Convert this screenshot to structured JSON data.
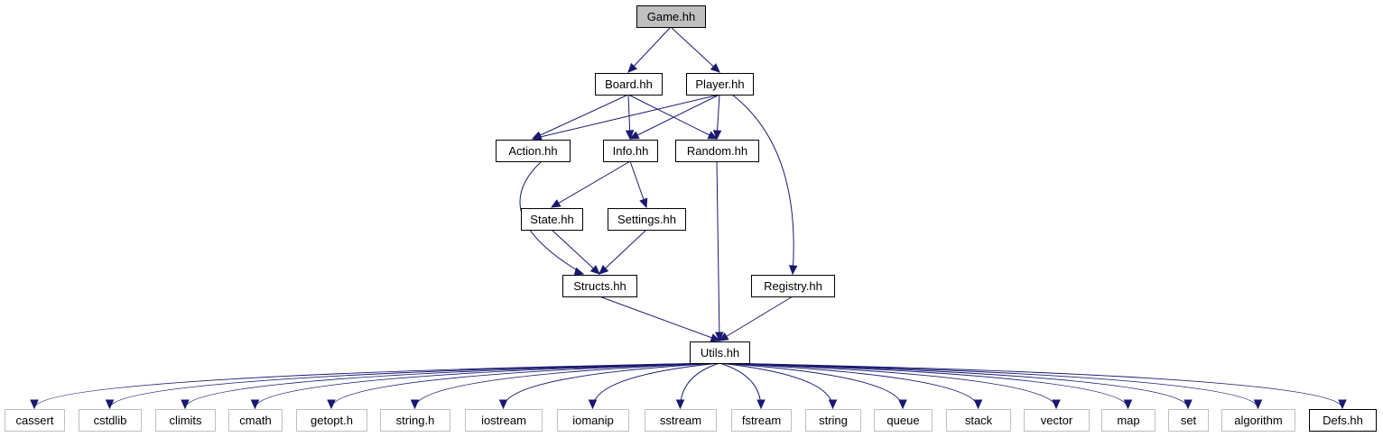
{
  "nodes": [
    {
      "id": "game",
      "label": "Game.hh",
      "kind": "root"
    },
    {
      "id": "board",
      "label": "Board.hh",
      "kind": "local"
    },
    {
      "id": "player",
      "label": "Player.hh",
      "kind": "local"
    },
    {
      "id": "action",
      "label": "Action.hh",
      "kind": "local"
    },
    {
      "id": "info",
      "label": "Info.hh",
      "kind": "local"
    },
    {
      "id": "random",
      "label": "Random.hh",
      "kind": "local"
    },
    {
      "id": "state",
      "label": "State.hh",
      "kind": "local"
    },
    {
      "id": "settings",
      "label": "Settings.hh",
      "kind": "local"
    },
    {
      "id": "structs",
      "label": "Structs.hh",
      "kind": "local"
    },
    {
      "id": "registry",
      "label": "Registry.hh",
      "kind": "local"
    },
    {
      "id": "utils",
      "label": "Utils.hh",
      "kind": "local"
    },
    {
      "id": "cassert",
      "label": "cassert",
      "kind": "system"
    },
    {
      "id": "cstdlib",
      "label": "cstdlib",
      "kind": "system"
    },
    {
      "id": "climits",
      "label": "climits",
      "kind": "system"
    },
    {
      "id": "cmath",
      "label": "cmath",
      "kind": "system"
    },
    {
      "id": "getopt",
      "label": "getopt.h",
      "kind": "system"
    },
    {
      "id": "stringh",
      "label": "string.h",
      "kind": "system"
    },
    {
      "id": "iostream",
      "label": "iostream",
      "kind": "system"
    },
    {
      "id": "iomanip",
      "label": "iomanip",
      "kind": "system"
    },
    {
      "id": "sstream",
      "label": "sstream",
      "kind": "system"
    },
    {
      "id": "fstream",
      "label": "fstream",
      "kind": "system"
    },
    {
      "id": "string",
      "label": "string",
      "kind": "system"
    },
    {
      "id": "queue",
      "label": "queue",
      "kind": "system"
    },
    {
      "id": "stack",
      "label": "stack",
      "kind": "system"
    },
    {
      "id": "vector",
      "label": "vector",
      "kind": "system"
    },
    {
      "id": "map",
      "label": "map",
      "kind": "system"
    },
    {
      "id": "set",
      "label": "set",
      "kind": "system"
    },
    {
      "id": "algorithm",
      "label": "algorithm",
      "kind": "system"
    },
    {
      "id": "defs",
      "label": "Defs.hh",
      "kind": "local"
    }
  ],
  "edges": [
    [
      "game",
      "board"
    ],
    [
      "game",
      "player"
    ],
    [
      "board",
      "action"
    ],
    [
      "board",
      "info"
    ],
    [
      "board",
      "random"
    ],
    [
      "player",
      "action"
    ],
    [
      "player",
      "info"
    ],
    [
      "player",
      "random"
    ],
    [
      "player",
      "registry"
    ],
    [
      "action",
      "structs"
    ],
    [
      "info",
      "state"
    ],
    [
      "info",
      "settings"
    ],
    [
      "state",
      "structs"
    ],
    [
      "settings",
      "structs"
    ],
    [
      "random",
      "utils"
    ],
    [
      "structs",
      "utils"
    ],
    [
      "registry",
      "utils"
    ],
    [
      "utils",
      "cassert"
    ],
    [
      "utils",
      "cstdlib"
    ],
    [
      "utils",
      "climits"
    ],
    [
      "utils",
      "cmath"
    ],
    [
      "utils",
      "getopt"
    ],
    [
      "utils",
      "stringh"
    ],
    [
      "utils",
      "iostream"
    ],
    [
      "utils",
      "iomanip"
    ],
    [
      "utils",
      "sstream"
    ],
    [
      "utils",
      "fstream"
    ],
    [
      "utils",
      "string"
    ],
    [
      "utils",
      "queue"
    ],
    [
      "utils",
      "stack"
    ],
    [
      "utils",
      "vector"
    ],
    [
      "utils",
      "map"
    ],
    [
      "utils",
      "set"
    ],
    [
      "utils",
      "algorithm"
    ],
    [
      "utils",
      "defs"
    ]
  ],
  "colors": {
    "edge": "#191970",
    "root_fill": "#bfbfbf",
    "system_border": "#bfbfbf",
    "local_border": "#000000"
  }
}
